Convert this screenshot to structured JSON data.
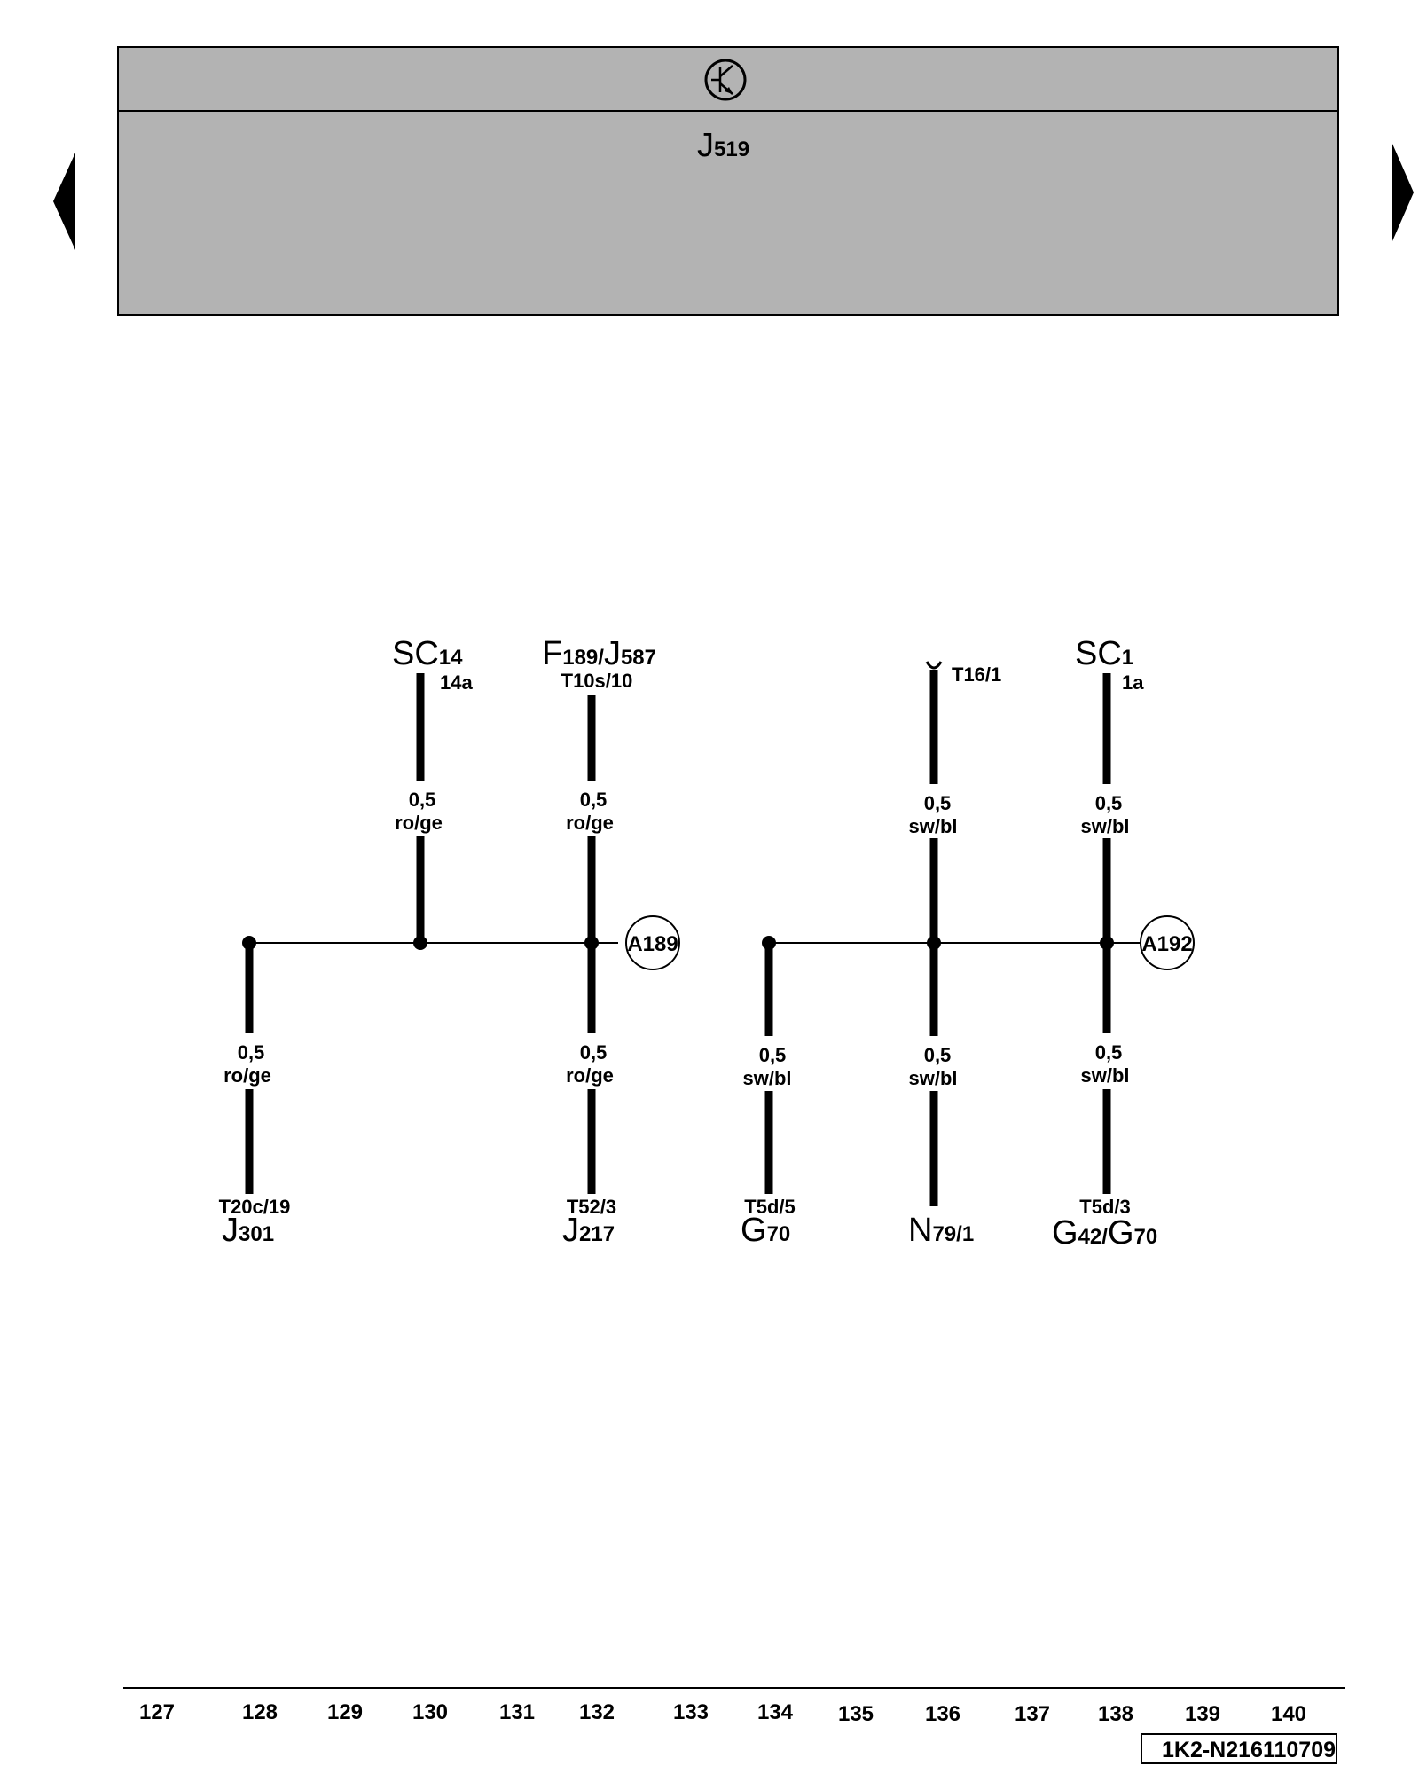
{
  "header": {
    "module": {
      "main": "J",
      "sub": "519"
    },
    "symbol_icon": "transistor-icon"
  },
  "navigation": {
    "prev_icon": "triangle-left-icon",
    "next_icon": "triangle-right-icon"
  },
  "groups": [
    {
      "id": "a189",
      "splice": "A189",
      "wires": [
        {
          "id": "sc14",
          "top": {
            "main": "SC",
            "sub": "14",
            "pin": "14a"
          },
          "size": "0,5",
          "color": "ro/ge"
        },
        {
          "id": "f189",
          "top": {
            "parts": [
              {
                "main": "F",
                "sub": "189/"
              },
              {
                "main": "J",
                "sub": "587"
              }
            ],
            "pin": "T10s/10"
          },
          "upper_size": "0,5",
          "upper_color": "ro/ge",
          "lower_size": "0,5",
          "lower_color": "ro/ge",
          "bottom": {
            "pin": "T52/3",
            "main": "J",
            "sub": "217"
          }
        },
        {
          "id": "j301",
          "size": "0,5",
          "color": "ro/ge",
          "bottom": {
            "pin": "T20c/19",
            "main": "J",
            "sub": "301"
          }
        }
      ]
    },
    {
      "id": "a192",
      "splice": "A192",
      "wires": [
        {
          "id": "g70",
          "size": "0,5",
          "color": "sw/bl",
          "bottom": {
            "pin": "T5d/5",
            "main": "G",
            "sub": "70"
          }
        },
        {
          "id": "t16",
          "top": {
            "pin": "T16/1"
          },
          "upper_size": "0,5",
          "upper_color": "sw/bl",
          "lower_size": "0,5",
          "lower_color": "sw/bl",
          "bottom": {
            "main": "N",
            "sub": "79/1"
          }
        },
        {
          "id": "sc1",
          "top": {
            "main": "SC",
            "sub": "1",
            "pin": "1a"
          },
          "upper_size": "0,5",
          "upper_color": "sw/bl",
          "lower_size": "0,5",
          "lower_color": "sw/bl",
          "bottom": {
            "pin": "T5d/3",
            "parts": [
              {
                "main": "G",
                "sub": "42/"
              },
              {
                "main": "G",
                "sub": "70"
              }
            ]
          }
        }
      ]
    }
  ],
  "footer": {
    "columns": [
      "127",
      "128",
      "129",
      "130",
      "131",
      "132",
      "133",
      "134",
      "135",
      "136",
      "137",
      "138",
      "139",
      "140"
    ],
    "document_id": "1K2-N216110709"
  },
  "colors": {
    "header_bg": "#b3b3b3",
    "line": "#000000",
    "page_bg": "#ffffff"
  }
}
